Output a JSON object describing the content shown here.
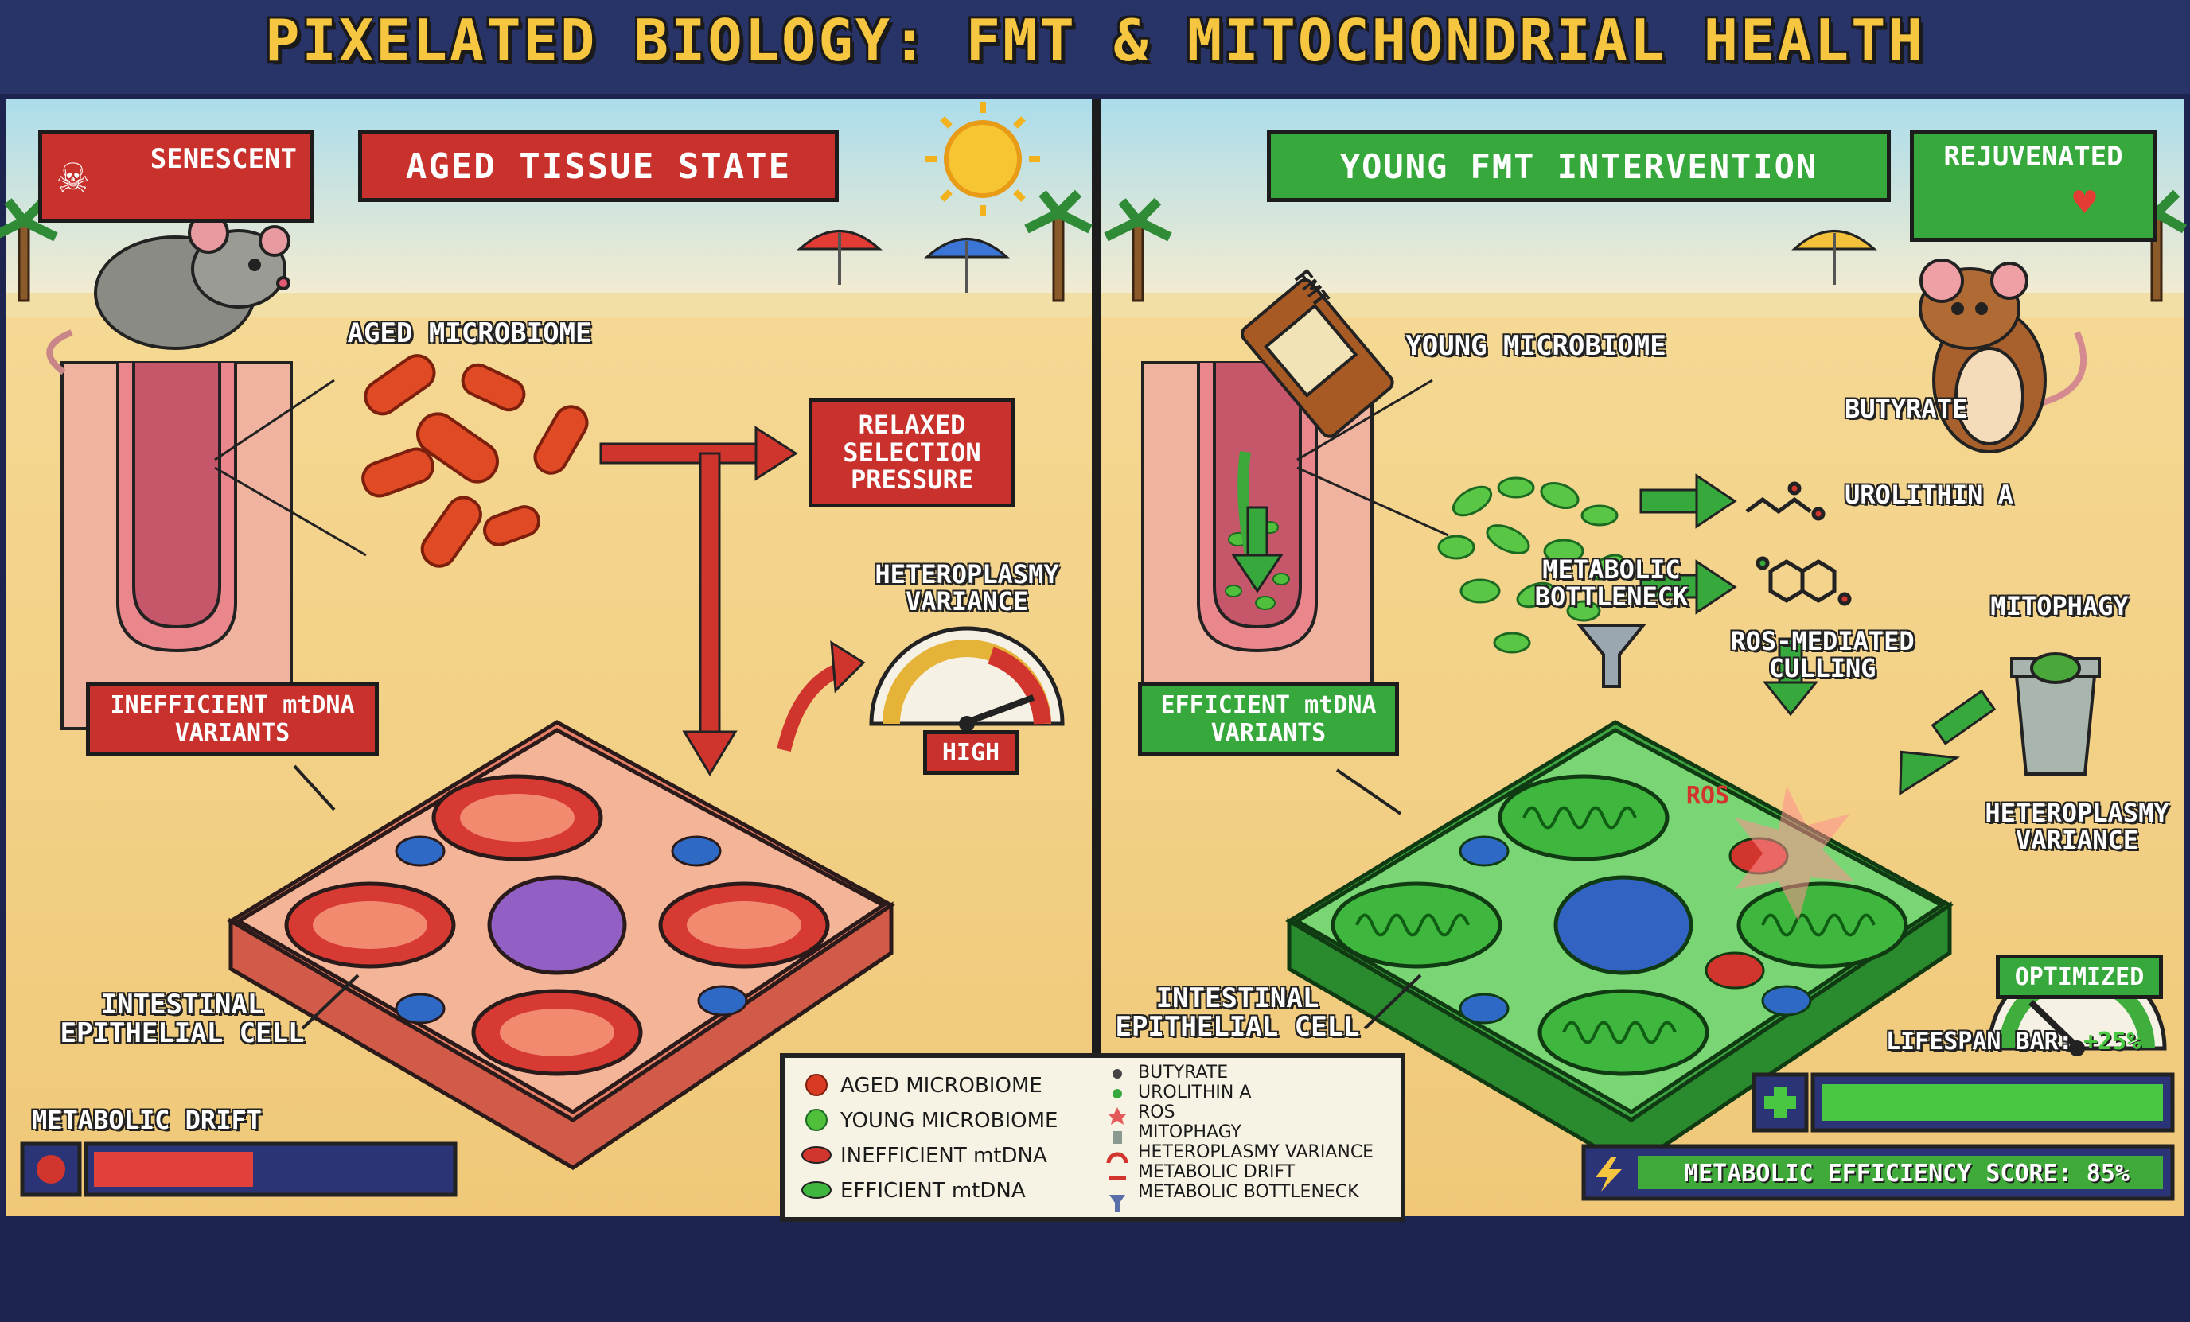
{
  "title": "PIXELATED BIOLOGY: FMT & MITOCHONDRIAL HEALTH",
  "left_panel": {
    "state_badge": "SENESCENT",
    "banner": "AGED TISSUE STATE",
    "microbiome_label": "AGED MICROBIOME",
    "pressure_box": [
      "RELAXED",
      "SELECTION",
      "PRESSURE"
    ],
    "gauge_title": [
      "HETEROPLASMY",
      "VARIANCE"
    ],
    "gauge_value": "HIGH",
    "gauge_level": 0.88,
    "mtdna_label": [
      "INEFFICIENT mtDNA",
      "VARIANTS"
    ],
    "cell_label": [
      "INTESTINAL",
      "EPITHELIAL CELL"
    ],
    "drift_label": "METABOLIC DRIFT",
    "drift_level": 0.45
  },
  "right_panel": {
    "banner": "YOUNG FMT INTERVENTION",
    "state_badge": "REJUVENATED",
    "bottle_label": "FMT",
    "microbiome_label": "YOUNG MICROBIOME",
    "metabolite_1": "BUTYRATE",
    "metabolite_2": "UROLITHIN A",
    "bottleneck_label": [
      "METABOLIC",
      "BOTTLENECK"
    ],
    "culling_label": [
      "ROS-MEDIATED",
      "CULLING"
    ],
    "mitophagy_label": "MITOPHAGY",
    "ros_label": "ROS",
    "mtdna_label": [
      "EFFICIENT mtDNA",
      "VARIANTS"
    ],
    "gauge_title": [
      "HETEROPLASMY",
      "VARIANCE"
    ],
    "gauge_value": "OPTIMIZED",
    "gauge_level": 0.25,
    "cell_label": [
      "INTESTINAL",
      "EPITHELIAL CELL"
    ],
    "lifespan_label": "LIFESPAN BAR:",
    "lifespan_value": "+25%",
    "lifespan_level": 1.0,
    "efficiency_score": "METABOLIC EFFICIENCY SCORE: 85%"
  },
  "legend": {
    "left": [
      "AGED MICROBIOME",
      "YOUNG MICROBIOME",
      "INEFFICIENT mtDNA",
      "EFFICIENT mtDNA"
    ],
    "right": [
      "BUTYRATE",
      "UROLITHIN A",
      "ROS",
      "MITOPHAGY",
      "HETEROPLASMY VARIANCE",
      "METABOLIC DRIFT",
      "METABOLIC BOTTLENECK"
    ]
  },
  "colors": {
    "aged_red": "#c8312c",
    "young_green": "#37a83c",
    "title_gold": "#f6c640",
    "sand": "#f3d28e",
    "sky": "#bfe4ee",
    "frame_navy": "#1e2450"
  }
}
